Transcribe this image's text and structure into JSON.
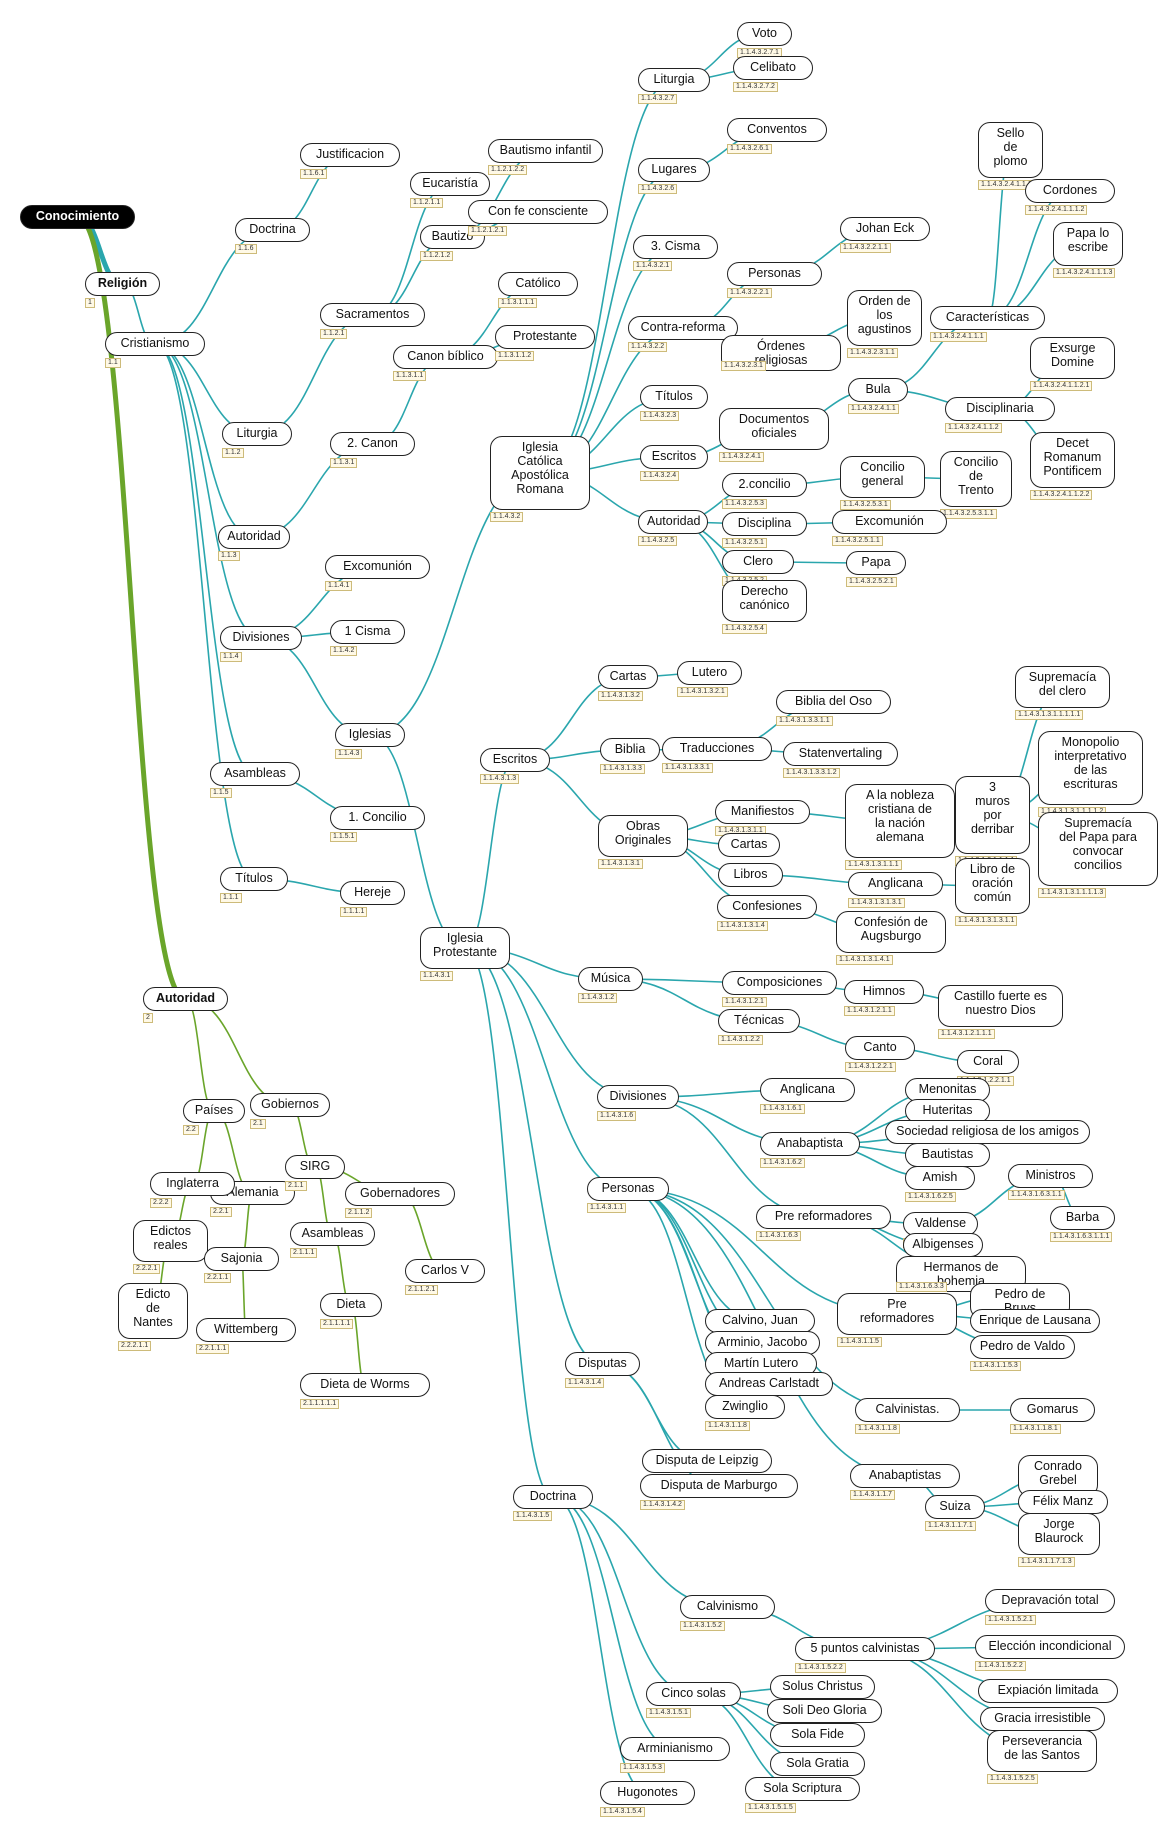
{
  "colors": {
    "teal": "#2aa6ad",
    "green": "#6aa52a",
    "root": "#000000"
  },
  "nodes": [
    {
      "id": "root",
      "label": "Conocimiento",
      "code": "",
      "bold": true,
      "root": true
    },
    {
      "id": "rel",
      "label": "Religión",
      "code": "1",
      "bold": true
    },
    {
      "id": "cri",
      "label": "Cristianismo",
      "code": "1.1"
    },
    {
      "id": "doc1",
      "label": "Doctrina",
      "code": "1.1.6"
    },
    {
      "id": "jus",
      "label": "Justificacion",
      "code": "1.1.6.1"
    },
    {
      "id": "sac",
      "label": "Sacramentos",
      "code": "1.1.2.1"
    },
    {
      "id": "euc",
      "label": "Eucaristía",
      "code": "1.1.2.1.1"
    },
    {
      "id": "bau",
      "label": "Bautizo",
      "code": "1.1.2.1.2"
    },
    {
      "id": "bin",
      "label": "Bautismo infantil",
      "code": "1.1.2.1.2.2"
    },
    {
      "id": "cfc",
      "label": "Con fe consciente",
      "code": "1.1.2.1.2.1"
    },
    {
      "id": "lit1",
      "label": "Liturgia",
      "code": "1.1.2"
    },
    {
      "id": "aut1",
      "label": "Autoridad",
      "code": "1.1.3"
    },
    {
      "id": "can2",
      "label": "2. Canon",
      "code": "1.1.3.1"
    },
    {
      "id": "canb",
      "label": "Canon bíblico",
      "code": "1.1.3.1.1"
    },
    {
      "id": "cat",
      "label": "Católico",
      "code": "1.1.3.1.1.1"
    },
    {
      "id": "pro",
      "label": "Protestante",
      "code": "1.1.3.1.1.2"
    },
    {
      "id": "div1",
      "label": "Divisiones",
      "code": "1.1.4"
    },
    {
      "id": "exc1",
      "label": "Excomunión",
      "code": "1.1.4.1"
    },
    {
      "id": "cis1",
      "label": "1 Cisma",
      "code": "1.1.4.2"
    },
    {
      "id": "igl",
      "label": "Iglesias",
      "code": "1.1.4.3"
    },
    {
      "id": "asa1",
      "label": "Asambleas",
      "code": "1.1.5"
    },
    {
      "id": "con1",
      "label": "1. Concilio",
      "code": "1.1.5.1"
    },
    {
      "id": "tit1",
      "label": "Títulos",
      "code": "1.1.1"
    },
    {
      "id": "her",
      "label": "Hereje",
      "code": "1.1.1.1"
    },
    {
      "id": "icar",
      "label": "Iglesia\nCatólica\nApostólica\nRomana",
      "code": "1.1.4.3.2"
    },
    {
      "id": "lit2",
      "label": "Liturgia",
      "code": "1.1.4.3.2.7"
    },
    {
      "id": "voto",
      "label": "Voto",
      "code": "1.1.4.3.2.7.1"
    },
    {
      "id": "celi",
      "label": "Celibato",
      "code": "1.1.4.3.2.7.2"
    },
    {
      "id": "lug",
      "label": "Lugares",
      "code": "1.1.4.3.2.6"
    },
    {
      "id": "conv",
      "label": "Conventos",
      "code": "1.1.4.3.2.6.1"
    },
    {
      "id": "cis3",
      "label": "3. Cisma",
      "code": "1.1.4.3.2.1"
    },
    {
      "id": "cref",
      "label": "Contra-reforma",
      "code": "1.1.4.3.2.2"
    },
    {
      "id": "pers1",
      "label": "Personas",
      "code": "1.1.4.3.2.2.1"
    },
    {
      "id": "jeck",
      "label": "Johan Eck",
      "code": "1.1.4.3.2.2.1.1"
    },
    {
      "id": "ordr",
      "label": "Órdenes religiosas",
      "code": "1.1.4.3.2.3.1"
    },
    {
      "id": "oagu",
      "label": "Orden de\nlos\nagustinos",
      "code": "1.1.4.3.2.3.1.1"
    },
    {
      "id": "tit2",
      "label": "Títulos",
      "code": "1.1.4.3.2.3"
    },
    {
      "id": "esc1",
      "label": "Escritos",
      "code": "1.1.4.3.2.4"
    },
    {
      "id": "docof",
      "label": "Documentos\noficiales",
      "code": "1.1.4.3.2.4.1"
    },
    {
      "id": "bula",
      "label": "Bula",
      "code": "1.1.4.3.2.4.1.1"
    },
    {
      "id": "cara",
      "label": "Características",
      "code": "1.1.4.3.2.4.1.1.1"
    },
    {
      "id": "sello",
      "label": "Sello\nde\nplomo",
      "code": "1.1.4.3.2.4.1.1.1.1"
    },
    {
      "id": "cord",
      "label": "Cordones",
      "code": "1.1.4.3.2.4.1.1.1.2"
    },
    {
      "id": "papa2",
      "label": "Papa lo\nescribe",
      "code": "1.1.4.3.2.4.1.1.1.3"
    },
    {
      "id": "disc2",
      "label": "Disciplinaria",
      "code": "1.1.4.3.2.4.1.1.2"
    },
    {
      "id": "exsu",
      "label": "Exsurge\nDomine",
      "code": "1.1.4.3.2.4.1.1.2.1"
    },
    {
      "id": "dece",
      "label": "Decet\nRomanum\nPontificem",
      "code": "1.1.4.3.2.4.1.1.2.2"
    },
    {
      "id": "auto2",
      "label": "Autoridad",
      "code": "1.1.4.3.2.5"
    },
    {
      "id": "conc2",
      "label": "2.concilio",
      "code": "1.1.4.3.2.5.3"
    },
    {
      "id": "cgen",
      "label": "Concilio\ngeneral",
      "code": "1.1.4.3.2.5.3.1"
    },
    {
      "id": "ctre",
      "label": "Concilio\nde\nTrento",
      "code": "1.1.4.3.2.5.3.1.1"
    },
    {
      "id": "disc1",
      "label": "Disciplina",
      "code": "1.1.4.3.2.5.1"
    },
    {
      "id": "exc2",
      "label": "Excomunión",
      "code": "1.1.4.3.2.5.1.1"
    },
    {
      "id": "cler",
      "label": "Clero",
      "code": "1.1.4.3.2.5.2"
    },
    {
      "id": "papa",
      "label": "Papa",
      "code": "1.1.4.3.2.5.2.1"
    },
    {
      "id": "dcan",
      "label": "Derecho\ncanónico",
      "code": "1.1.4.3.2.5.4"
    },
    {
      "id": "iprot",
      "label": "Iglesia\nProtestante",
      "code": "1.1.4.3.1"
    },
    {
      "id": "esc2",
      "label": "Escritos",
      "code": "1.1.4.3.1.3"
    },
    {
      "id": "cart1",
      "label": "Cartas",
      "code": "1.1.4.3.1.3.2"
    },
    {
      "id": "lute1",
      "label": "Lutero",
      "code": "1.1.4.3.1.3.2.1"
    },
    {
      "id": "bibl",
      "label": "Biblia",
      "code": "1.1.4.3.1.3.3"
    },
    {
      "id": "trad",
      "label": "Traducciones",
      "code": "1.1.4.3.1.3.3.1"
    },
    {
      "id": "boso",
      "label": "Biblia del Oso",
      "code": "1.1.4.3.1.3.3.1.1"
    },
    {
      "id": "stat",
      "label": "Statenvertaling",
      "code": "1.1.4.3.1.3.3.1.2"
    },
    {
      "id": "obor",
      "label": "Obras\nOriginales",
      "code": "1.1.4.3.1.3.1"
    },
    {
      "id": "mani",
      "label": "Manifiestos",
      "code": "1.1.4.3.1.3.1.1"
    },
    {
      "id": "cart2",
      "label": "Cartas",
      "code": ""
    },
    {
      "id": "libr",
      "label": "Libros",
      "code": ""
    },
    {
      "id": "conf",
      "label": "Confesiones",
      "code": "1.1.4.3.1.3.1.4"
    },
    {
      "id": "anob",
      "label": "A la nobleza\ncristiana de\nla nación\nalemana",
      "code": "1.1.4.3.1.3.1.1.1"
    },
    {
      "id": "tmur",
      "label": "3\nmuros\npor\nderribar",
      "code": "1.1.4.3.1.3.1.1.1.1"
    },
    {
      "id": "supc",
      "label": "Supremacía\ndel clero",
      "code": "1.1.4.3.1.3.1.1.1.1.1"
    },
    {
      "id": "mono",
      "label": "Monopolio\ninterpretativo\nde las\nescrituras",
      "code": "1.1.4.3.1.3.1.1.1.1.2"
    },
    {
      "id": "supp",
      "label": "Supremacía\ndel Papa para\nconvocar\nconcilios",
      "code": "1.1.4.3.1.3.1.1.1.1.3"
    },
    {
      "id": "angl1",
      "label": "Anglicana",
      "code": "1.1.4.3.1.3.1.3.1"
    },
    {
      "id": "lora",
      "label": "Libro de\noración\ncomún",
      "code": "1.1.4.3.1.3.1.3.1.1"
    },
    {
      "id": "caug",
      "label": "Confesión de\nAugsburgo",
      "code": "1.1.4.3.1.3.1.4.1"
    },
    {
      "id": "musi",
      "label": "Música",
      "code": "1.1.4.3.1.2"
    },
    {
      "id": "comp",
      "label": "Composiciones",
      "code": "1.1.4.3.1.2.1"
    },
    {
      "id": "himn",
      "label": "Himnos",
      "code": "1.1.4.3.1.2.1.1"
    },
    {
      "id": "cast",
      "label": "Castillo fuerte es\nnuestro Dios",
      "code": "1.1.4.3.1.2.1.1.1"
    },
    {
      "id": "tecn",
      "label": "Técnicas",
      "code": "1.1.4.3.1.2.2"
    },
    {
      "id": "cant",
      "label": "Canto",
      "code": "1.1.4.3.1.2.2.1"
    },
    {
      "id": "cora",
      "label": "Coral",
      "code": "1.1.4.3.1.2.2.1.1"
    },
    {
      "id": "divi",
      "label": "Divisiones",
      "code": "1.1.4.3.1.6"
    },
    {
      "id": "angl2",
      "label": "Anglicana",
      "code": "1.1.4.3.1.6.1"
    },
    {
      "id": "anab1",
      "label": "Anabaptista",
      "code": "1.1.4.3.1.6.2"
    },
    {
      "id": "meno",
      "label": "Menonitas",
      "code": ""
    },
    {
      "id": "hute",
      "label": "Huteritas",
      "code": ""
    },
    {
      "id": "srel",
      "label": "Sociedad religiosa de los amigos",
      "code": ""
    },
    {
      "id": "baut",
      "label": "Bautistas",
      "code": ""
    },
    {
      "id": "amis",
      "label": "Amish",
      "code": "1.1.4.3.1.6.2.5"
    },
    {
      "id": "prer1",
      "label": "Pre reformadores",
      "code": "1.1.4.3.1.6.3"
    },
    {
      "id": "vald",
      "label": "Valdense",
      "code": "1.1.4.3.1.6.3.1"
    },
    {
      "id": "mini",
      "label": "Ministros",
      "code": "1.1.4.3.1.6.3.1.1"
    },
    {
      "id": "barb",
      "label": "Barba",
      "code": "1.1.4.3.1.6.3.1.1.1"
    },
    {
      "id": "albi",
      "label": "Albigenses",
      "code": ""
    },
    {
      "id": "herb",
      "label": "Hermanos de bohemia",
      "code": "1.1.4.3.1.6.3.3"
    },
    {
      "id": "pers2",
      "label": "Personas",
      "code": "1.1.4.3.1.1"
    },
    {
      "id": "calj",
      "label": "Calvino, Juan",
      "code": ""
    },
    {
      "id": "armj",
      "label": "Arminio, Jacobo",
      "code": ""
    },
    {
      "id": "mlut",
      "label": "Martín Lutero",
      "code": ""
    },
    {
      "id": "acar",
      "label": "Andreas Carlstadt",
      "code": ""
    },
    {
      "id": "zwin",
      "label": "Zwinglio",
      "code": "1.1.4.3.1.1.8"
    },
    {
      "id": "prer2",
      "label": "Pre\nreformadores",
      "code": "1.1.4.3.1.1.5"
    },
    {
      "id": "pbru",
      "label": "Pedro de Bruys",
      "code": ""
    },
    {
      "id": "elau",
      "label": "Enrique de Lausana",
      "code": ""
    },
    {
      "id": "pval",
      "label": "Pedro de Valdo",
      "code": "1.1.4.3.1.1.5.3"
    },
    {
      "id": "calv2",
      "label": "Calvinistas.",
      "code": "1.1.4.3.1.1.8"
    },
    {
      "id": "goma",
      "label": "Gomarus",
      "code": "1.1.4.3.1.1.8.1"
    },
    {
      "id": "anab2",
      "label": "Anabaptistas",
      "code": "1.1.4.3.1.1.7"
    },
    {
      "id": "suiz",
      "label": "Suiza",
      "code": "1.1.4.3.1.1.7.1"
    },
    {
      "id": "cgre",
      "label": "Conrado\nGrebel",
      "code": ""
    },
    {
      "id": "fman",
      "label": "Félix Manz",
      "code": ""
    },
    {
      "id": "jbla",
      "label": "Jorge\nBlaurock",
      "code": "1.1.4.3.1.1.7.1.3"
    },
    {
      "id": "disp",
      "label": "Disputas",
      "code": "1.1.4.3.1.4"
    },
    {
      "id": "dlei",
      "label": "Disputa de Leipzig",
      "code": ""
    },
    {
      "id": "dmar",
      "label": "Disputa de Marburgo",
      "code": "1.1.4.3.1.4.2"
    },
    {
      "id": "doc2",
      "label": "Doctrina",
      "code": "1.1.4.3.1.5"
    },
    {
      "id": "calvi",
      "label": "Calvinismo",
      "code": "1.1.4.3.1.5.2"
    },
    {
      "id": "cinc",
      "label": "5 puntos calvinistas",
      "code": "1.1.4.3.1.5.2.2"
    },
    {
      "id": "depr",
      "label": "Depravación total",
      "code": "1.1.4.3.1.5.2.1"
    },
    {
      "id": "elec",
      "label": "Elección incondicional",
      "code": "1.1.4.3.1.5.2.2"
    },
    {
      "id": "expi",
      "label": "Expiación limitada",
      "code": ""
    },
    {
      "id": "grac",
      "label": "Gracia irresistible",
      "code": ""
    },
    {
      "id": "pers",
      "label": "Perseverancia\nde las Santos",
      "code": "1.1.4.3.1.5.2.5"
    },
    {
      "id": "cinso",
      "label": "Cinco solas",
      "code": "1.1.4.3.1.5.1"
    },
    {
      "id": "sola1",
      "label": "Solus Christus",
      "code": ""
    },
    {
      "id": "sola2",
      "label": "Soli Deo Gloria",
      "code": ""
    },
    {
      "id": "sola3",
      "label": "Sola Fide",
      "code": ""
    },
    {
      "id": "sola4",
      "label": "Sola Gratia",
      "code": ""
    },
    {
      "id": "sola5",
      "label": "Sola Scriptura",
      "code": "1.1.4.3.1.5.1.5"
    },
    {
      "id": "armi",
      "label": "Arminianismo",
      "code": "1.1.4.3.1.5.3"
    },
    {
      "id": "hugo",
      "label": "Hugonotes",
      "code": "1.1.4.3.1.5.4"
    },
    {
      "id": "auto",
      "label": "Autoridad",
      "code": "2",
      "bold": true
    },
    {
      "id": "pais",
      "label": "Países",
      "code": "2.2"
    },
    {
      "id": "gobi",
      "label": "Gobiernos",
      "code": "2.1"
    },
    {
      "id": "alem",
      "label": "Alemania",
      "code": "2.2.1"
    },
    {
      "id": "ingl",
      "label": "Inglaterra",
      "code": "2.2.2"
    },
    {
      "id": "edre",
      "label": "Edictos\nreales",
      "code": "2.2.2.1"
    },
    {
      "id": "edna",
      "label": "Edicto\nde\nNantes",
      "code": "2.2.2.1.1"
    },
    {
      "id": "sajo",
      "label": "Sajonia",
      "code": "2.2.1.1"
    },
    {
      "id": "witt",
      "label": "Wittemberg",
      "code": "2.2.1.1.1"
    },
    {
      "id": "sirg",
      "label": "SIRG",
      "code": "2.1.1"
    },
    {
      "id": "gobe",
      "label": "Gobernadores",
      "code": "2.1.1.2"
    },
    {
      "id": "carl",
      "label": "Carlos V",
      "code": "2.1.1.2.1"
    },
    {
      "id": "asa2",
      "label": "Asambleas",
      "code": "2.1.1.1"
    },
    {
      "id": "diet",
      "label": "Dieta",
      "code": "2.1.1.1.1"
    },
    {
      "id": "dwor",
      "label": "Dieta de Worms",
      "code": "2.1.1.1.1.1"
    }
  ]
}
